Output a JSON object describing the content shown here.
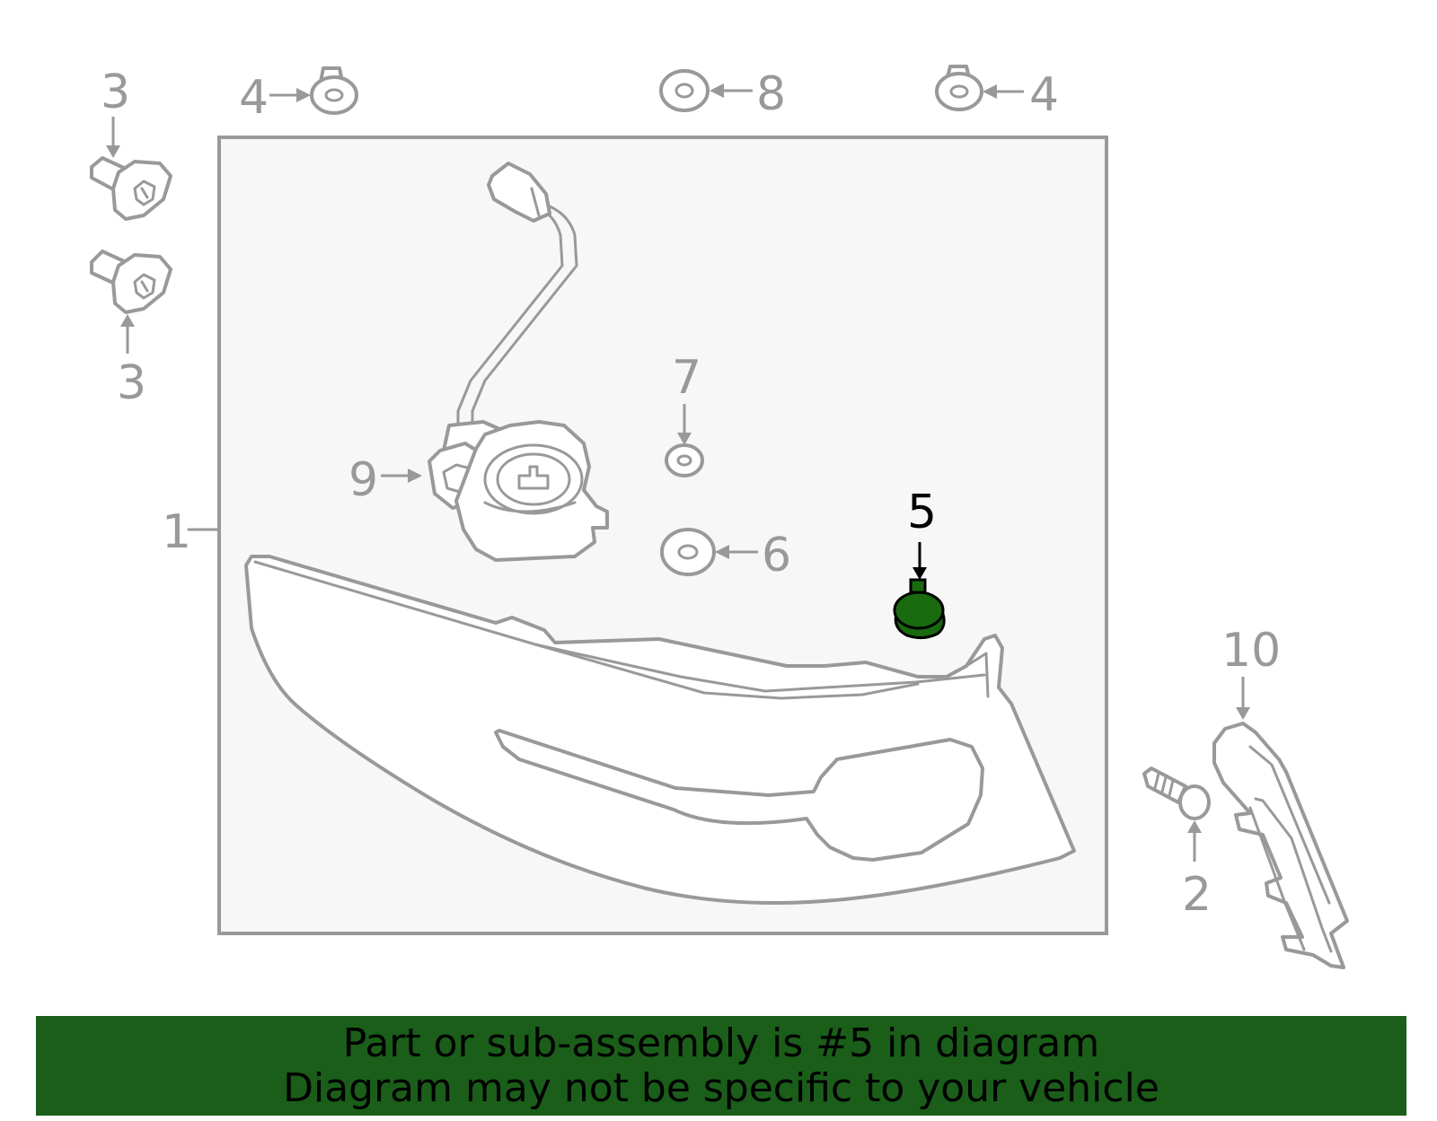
{
  "colors": {
    "stroke": "#999999",
    "frame_fill": "#f7f7f7",
    "highlight_fill": "#1a6a10",
    "highlight_stroke": "#000000",
    "banner_bg": "#1a5e1a",
    "banner_text": "#000000"
  },
  "callouts": {
    "c1": "1",
    "c2": "2",
    "c3_top": "3",
    "c3_bottom": "3",
    "c4_left": "4",
    "c4_right": "4",
    "c5": "5",
    "c6": "6",
    "c7": "7",
    "c8": "8",
    "c9": "9",
    "c10": "10"
  },
  "highlighted_part": "5",
  "banner": {
    "line1": "Part or sub-assembly is #5 in diagram",
    "line2": "Diagram may not be specific to your vehicle"
  }
}
